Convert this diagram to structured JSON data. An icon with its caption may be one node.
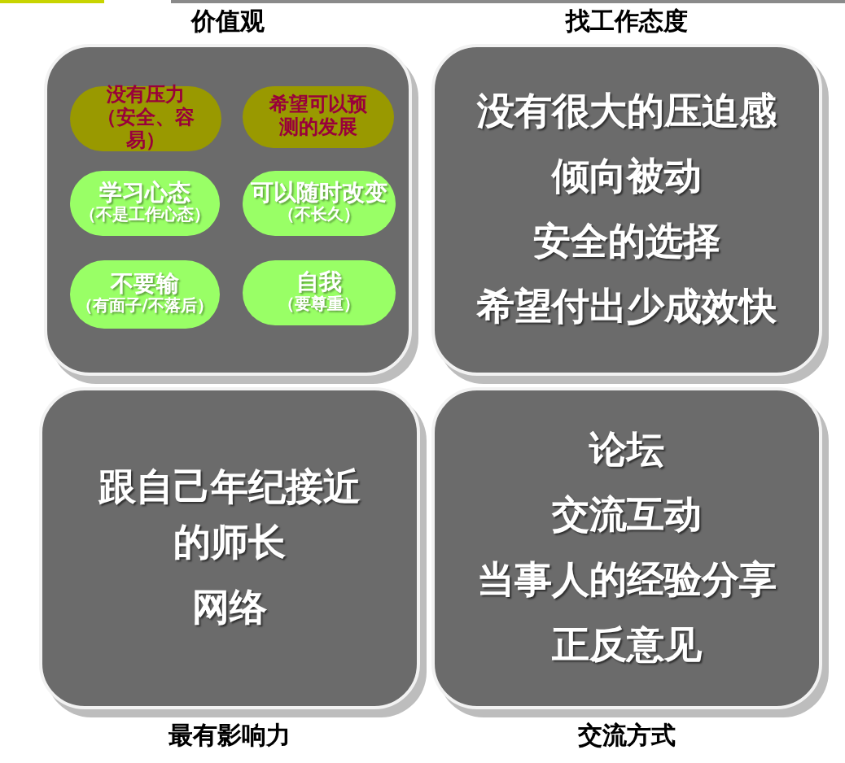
{
  "diagram": {
    "nodes": [
      {
        "text": [
          "价值观"
        ]
      },
      {
        "text": [
          "没有压力",
          "（安全、容易）"
        ],
        "in": 0
      },
      {
        "text": [
          "希望可以预测的发展"
        ],
        "in": 0
      },
      {
        "text": [
          "学习心态",
          "（不是工作心态）"
        ],
        "in": 0
      },
      {
        "text": [
          "可以随时改变",
          "（不长久）"
        ],
        "in": 0
      },
      {
        "text": [
          "不要输",
          "（有面子/不落后）"
        ],
        "in": 0
      },
      {
        "text": [
          "自我",
          "（要尊重）"
        ],
        "in": 0
      },
      {
        "text": [
          "找工作态度",
          "没有很大的压迫感",
          "倾向被动",
          "安全的选择",
          "希望付出少成效快"
        ]
      },
      {
        "text": [
          "跟自己年纪接近的师长",
          "网络"
        ],
        "beside": [
          "最有影响力"
        ]
      },
      {
        "text": [
          "论坛",
          "交流互动",
          "当事人的经验分享",
          "正反意见"
        ],
        "beside": [
          "交流方式"
        ]
      }
    ]
  }
}
